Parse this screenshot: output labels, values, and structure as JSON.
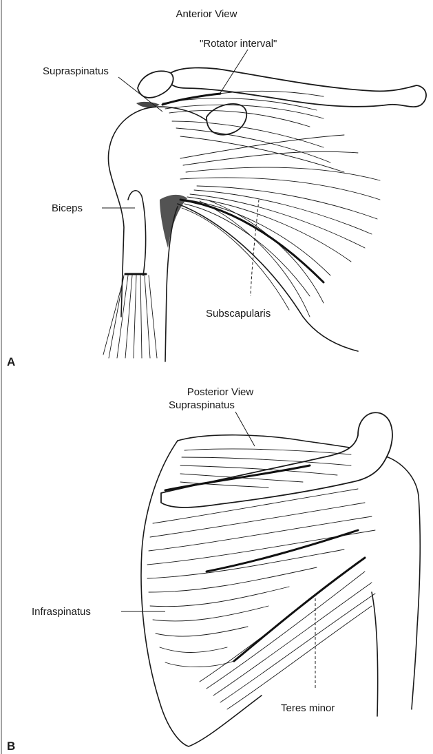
{
  "panels": [
    {
      "letter": "A",
      "title": "Anterior View",
      "labels": {
        "rotator_interval": "\"Rotator interval\"",
        "supraspinatus": "Supraspinatus",
        "biceps": "Biceps",
        "subscapularis": "Subscapularis"
      }
    },
    {
      "letter": "B",
      "title": "Posterior View",
      "labels": {
        "supraspinatus": "Supraspinatus",
        "infraspinatus": "Infraspinatus",
        "teres_minor": "Teres minor"
      }
    }
  ]
}
